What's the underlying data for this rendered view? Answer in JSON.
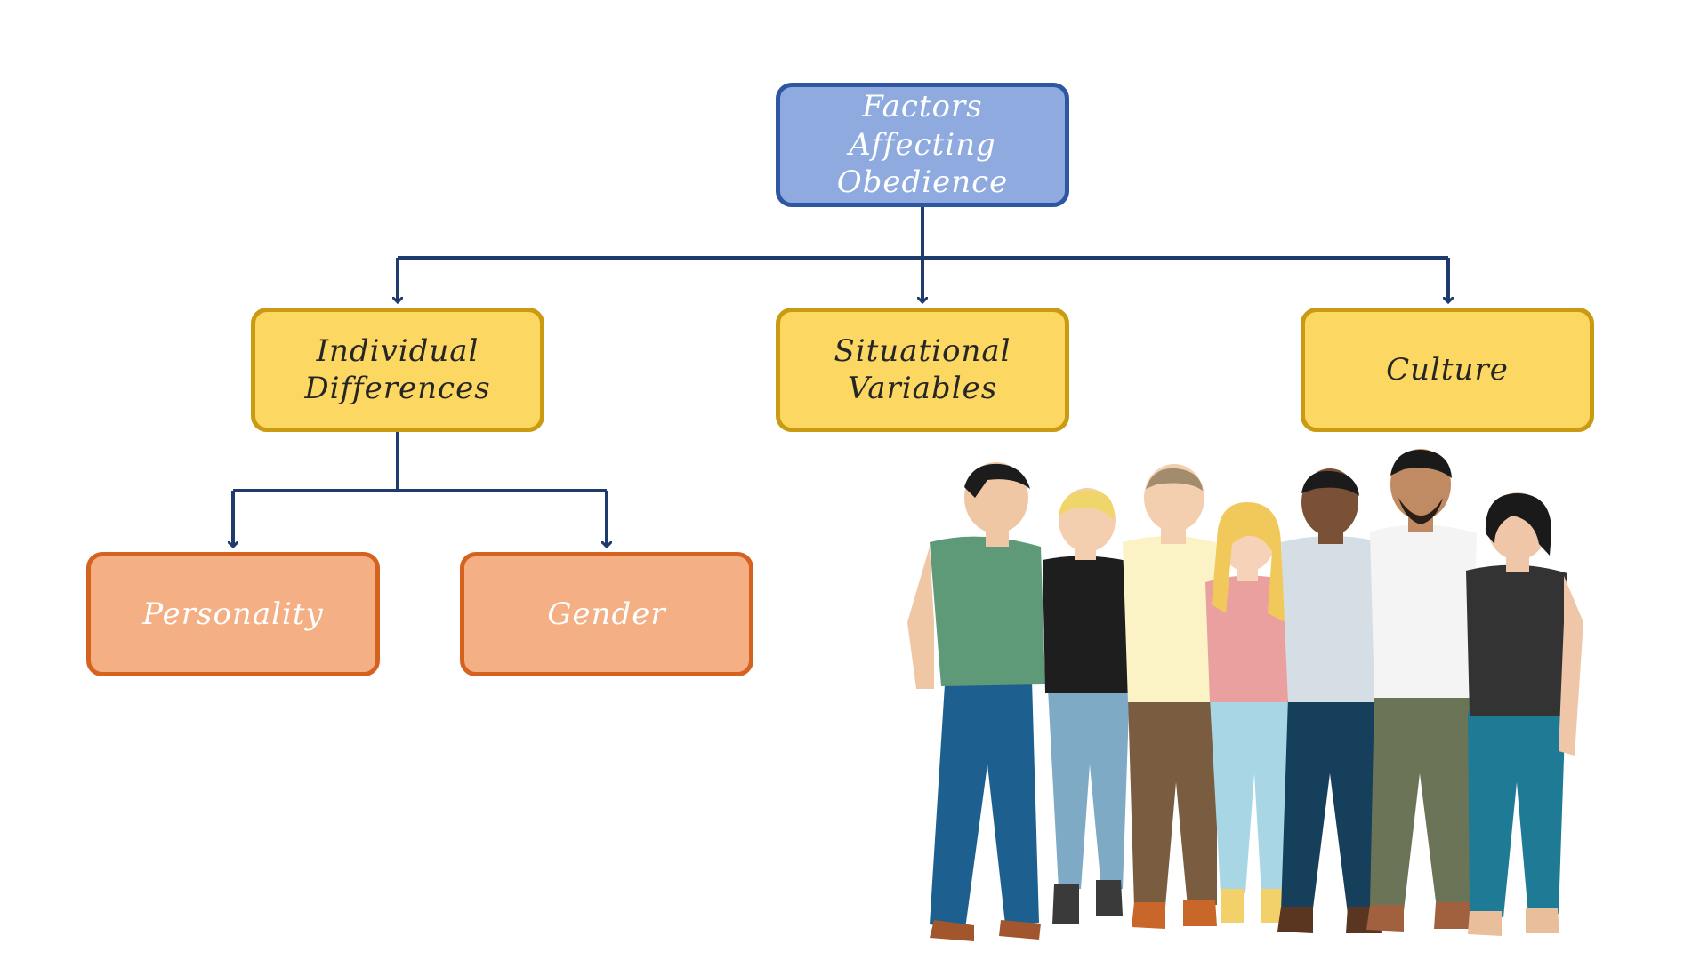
{
  "diagram": {
    "root": {
      "label": "Factors\nAffecting\nObedience"
    },
    "factors": [
      {
        "label": "Individual\nDifferences"
      },
      {
        "label": "Situational\nVariables"
      },
      {
        "label": "Culture"
      }
    ],
    "sub_factors": [
      {
        "label": "Personality"
      },
      {
        "label": "Gender"
      }
    ]
  },
  "colors": {
    "root_fill": "#8eaadf",
    "root_border": "#2f56a0",
    "factor_fill": "#fcd862",
    "factor_border": "#c99a12",
    "sub_fill": "#f4b084",
    "sub_border": "#d5621e",
    "connector": "#1f3b6e"
  },
  "illustration": {
    "icon": "diverse-group-of-people-illustration"
  }
}
